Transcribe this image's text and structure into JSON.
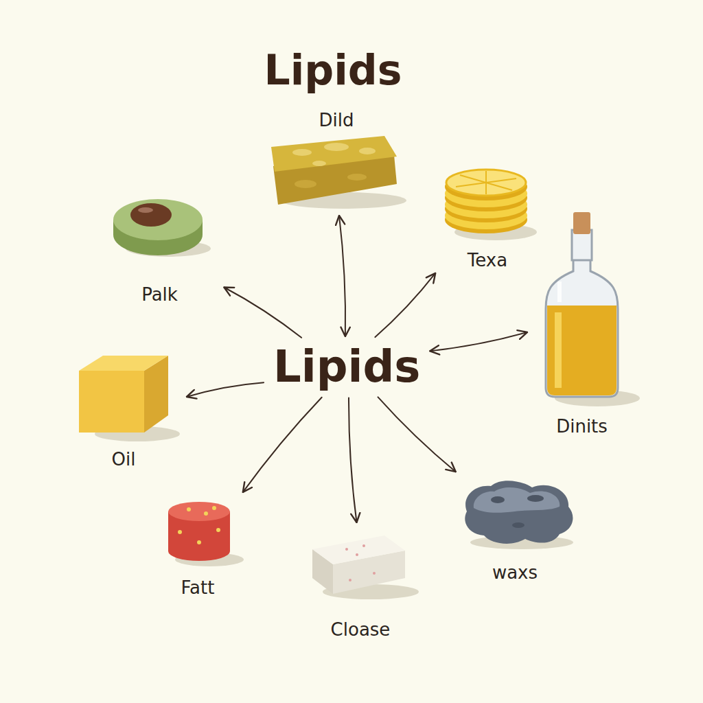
{
  "diagram": {
    "title": "Lipids",
    "nodes": [
      {
        "text": [
          "Dild"
        ]
      },
      {
        "text": [
          "Palk"
        ]
      },
      {
        "text": [
          "Texa"
        ]
      },
      {
        "text": [
          "Lipids"
        ]
      },
      {
        "text": [
          "Dinits"
        ]
      },
      {
        "text": [
          "Oil"
        ]
      },
      {
        "text": [
          "Fatt"
        ]
      },
      {
        "text": [
          "Cloase"
        ]
      },
      {
        "text": [
          "waxs"
        ]
      }
    ],
    "edges": [
      {
        "from": 3,
        "to": 0,
        "arrow": "both"
      },
      {
        "from": 3,
        "to": 1,
        "arrow": "to"
      },
      {
        "from": 3,
        "to": 2,
        "arrow": "to"
      },
      {
        "from": 3,
        "to": 4,
        "arrow": "both"
      },
      {
        "from": 3,
        "to": 5,
        "arrow": "to"
      },
      {
        "from": 3,
        "to": 6,
        "arrow": "to"
      },
      {
        "from": 3,
        "to": 7,
        "arrow": "to"
      },
      {
        "from": 3,
        "to": 8,
        "arrow": "to"
      }
    ]
  }
}
